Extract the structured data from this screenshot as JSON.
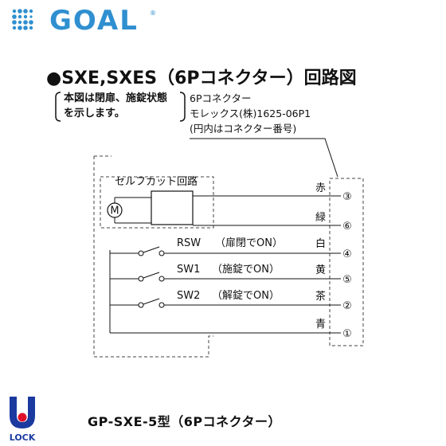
{
  "brand": {
    "name": "GOAL",
    "reg_mark": "®"
  },
  "title": "●SXE,SXES（6Pコネクター）回路図",
  "note_left": [
    "本図は閉扉、施錠状態",
    "を示します。"
  ],
  "note_right": [
    "6Pコネクター",
    "モレックス(株)1625-06P1",
    "(円内はコネクター番号)"
  ],
  "self_cut_label": "セルフカット回路",
  "motor_label": "M",
  "switches": [
    {
      "name": "RSW",
      "desc": "（扉閉でON）"
    },
    {
      "name": "SW1",
      "desc": "（施錠でON）"
    },
    {
      "name": "SW2",
      "desc": "（解錠でON）"
    }
  ],
  "wire_colors": [
    "赤",
    "緑",
    "白",
    "黄",
    "茶",
    "青"
  ],
  "pin_numbers": [
    "③",
    "⑥",
    "④",
    "⑤",
    "②",
    "①"
  ],
  "footer": {
    "logo_text": "LOCK",
    "model": "GP-SXE-5型（6Pコネクター）"
  },
  "colors": {
    "brand_blue": "#2f8fd0",
    "logo_blue": "#1a3aa0",
    "logo_red": "#e0102a"
  }
}
